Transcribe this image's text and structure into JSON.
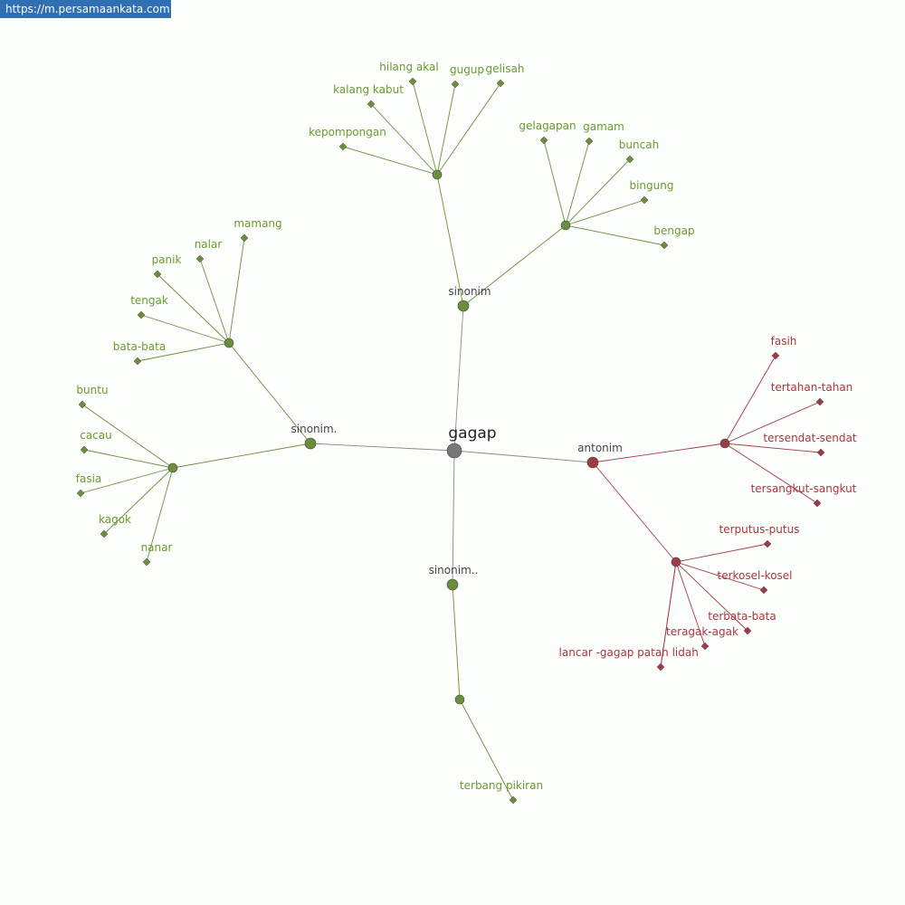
{
  "site": {
    "url": "https://m.persamaankata.com"
  },
  "colors": {
    "root": "#777777",
    "synonym": "#6b8e3a",
    "antonym": "#a03a44",
    "hub_text": "#444444",
    "syn_text": "#6b9a2e",
    "ant_text": "#b0343f"
  },
  "graph": {
    "root": "gagap",
    "branches": [
      {
        "label": "sinonim",
        "type": "synonym",
        "groups": [
          {
            "words": [
              "hilang akal",
              "kalang kabut",
              "gugup",
              "gelisah",
              "kepompongan"
            ]
          },
          {
            "words": [
              "gelagapan",
              "gamam",
              "buncah",
              "bingung",
              "bengap"
            ]
          }
        ]
      },
      {
        "label": "sinonim.",
        "type": "synonym",
        "groups": [
          {
            "words": [
              "mamang",
              "nalar",
              "panik",
              "tengak",
              "bata-bata"
            ]
          },
          {
            "words": [
              "buntu",
              "cacau",
              "fasia",
              "kagok",
              "nanar"
            ]
          }
        ]
      },
      {
        "label": "sinonim..",
        "type": "synonym",
        "groups": [
          {
            "words": [
              "terbang pikiran"
            ]
          }
        ]
      },
      {
        "label": "antonim",
        "type": "antonym",
        "groups": [
          {
            "words": [
              "fasih",
              "tertahan-tahan",
              "tersendat-sendat",
              "tersangkut-sangkut"
            ]
          },
          {
            "words": [
              "terputus-putus",
              "terkosel-kosel",
              "terbata-bata",
              "teragak-agak",
              "lancar -gagap",
              "patah lidah"
            ]
          }
        ]
      }
    ]
  }
}
